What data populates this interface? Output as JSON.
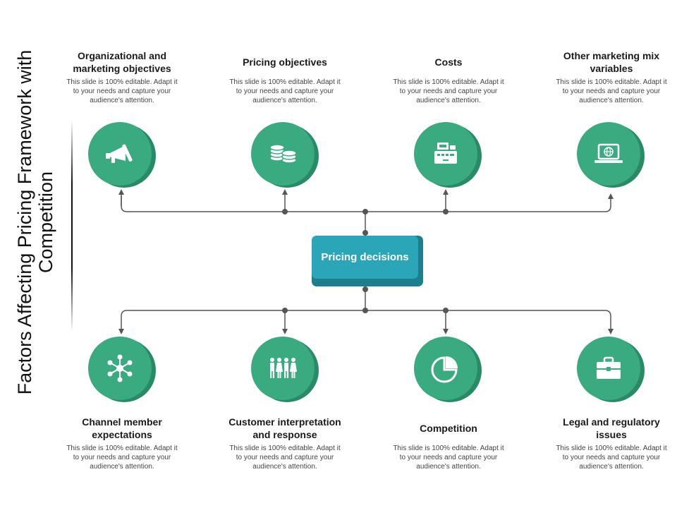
{
  "slide": {
    "title": "Factors Affecting Pricing Framework with Competition",
    "center_label": "Pricing decisions"
  },
  "colors": {
    "circle": "#3aaa80",
    "circle_shadow": "#2a8a67",
    "center_box": "#2aa6b8",
    "center_box_shadow": "#1e7e8c",
    "connector": "#555555"
  },
  "factors_top": [
    {
      "title": "Organizational and marketing objectives",
      "desc": "This slide is 100% editable. Adapt it to your needs and capture your audience's attention.",
      "icon": "megaphone-icon"
    },
    {
      "title": "Pricing objectives",
      "desc": "This slide is 100% editable. Adapt it to your needs and capture your audience's attention.",
      "icon": "coins-icon"
    },
    {
      "title": "Costs",
      "desc": "This slide is 100% editable. Adapt it to your needs and capture your audience's attention.",
      "icon": "cash-register-icon"
    },
    {
      "title": "Other marketing mix variables",
      "desc": "This slide is 100% editable. Adapt it to your needs and capture your audience's attention.",
      "icon": "laptop-globe-icon"
    }
  ],
  "factors_bottom": [
    {
      "title": "Channel member expectations",
      "desc": "This slide is 100% editable. Adapt it to your needs and capture your audience's attention.",
      "icon": "network-icon"
    },
    {
      "title": "Customer interpretation and response",
      "desc": "This slide is 100% editable. Adapt it to your needs and capture your audience's attention.",
      "icon": "people-icon"
    },
    {
      "title": "Competition",
      "desc": "This slide is 100% editable. Adapt it to your needs and capture your audience's attention.",
      "icon": "pie-chart-icon"
    },
    {
      "title": "Legal and regulatory issues",
      "desc": "This slide is 100% editable. Adapt it to your needs and capture your audience's attention.",
      "icon": "briefcase-icon"
    }
  ]
}
